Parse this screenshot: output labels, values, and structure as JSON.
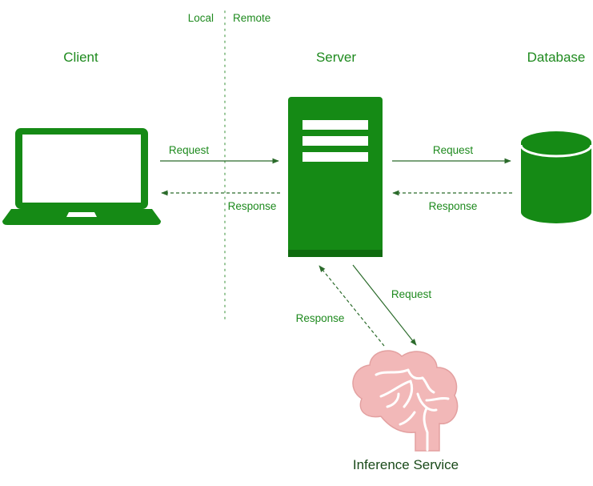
{
  "divider": {
    "local_label": "Local",
    "remote_label": "Remote"
  },
  "nodes": {
    "client": {
      "label": "Client",
      "icon": "laptop-icon"
    },
    "server": {
      "label": "Server",
      "icon": "server-icon"
    },
    "database": {
      "label": "Database",
      "icon": "database-icon"
    },
    "inference": {
      "label": "Inference Service",
      "icon": "brain-icon"
    }
  },
  "edges": {
    "client_server_request": "Request",
    "client_server_response": "Response",
    "server_db_request": "Request",
    "server_db_response": "Response",
    "server_inference_request": "Request",
    "server_inference_response": "Response"
  },
  "colors": {
    "accent": "#1e8a1e",
    "server_fill": "#158a15",
    "arrow": "#2b6b2b",
    "brain": "#f2b8b8",
    "brain_outline": "#d98a8a"
  }
}
